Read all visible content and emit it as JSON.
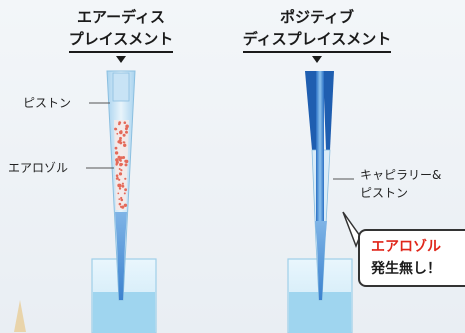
{
  "left_panel": {
    "title_line1": "エアーディス",
    "title_line2": "プレイスメント",
    "piston_label": "ピストン",
    "aerosol_label": "エアロゾル"
  },
  "right_panel": {
    "title_line1": "ポジティブ",
    "title_line2": "ディスプレイスメント",
    "capillary_label_line1": "キャピラリー&",
    "capillary_label_line2": "ピストン"
  },
  "callout": {
    "line1": "エアロゾル",
    "line2": "発生無し！"
  },
  "colors": {
    "accent_red": "#e0261a",
    "tip_blue": "#2f78c8",
    "dark_blue": "#1f5eb0",
    "aerosol_dot": "#e46a5a",
    "liquid": "#bfe3f5"
  }
}
